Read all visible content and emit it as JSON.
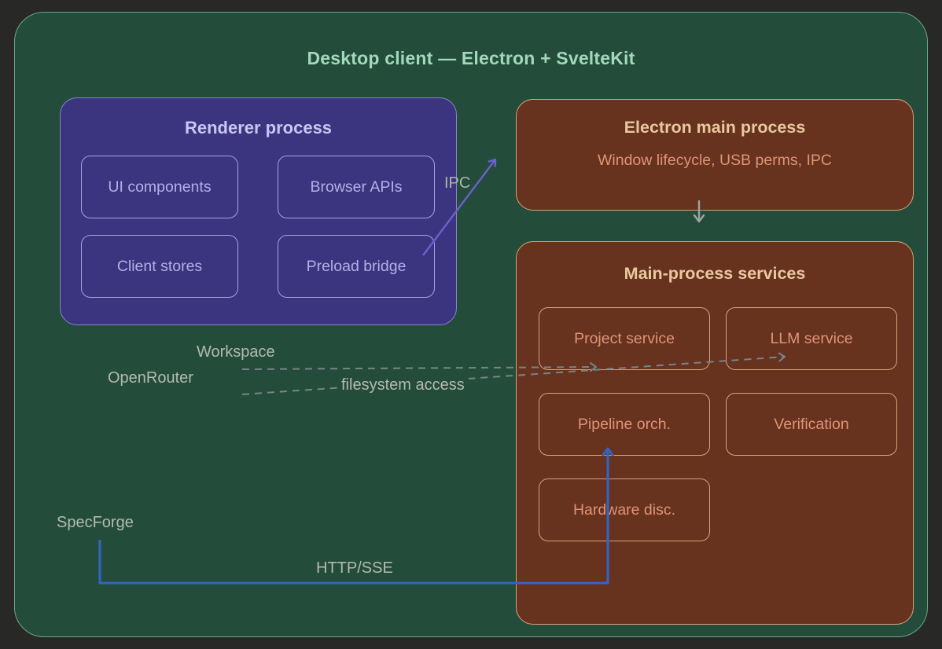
{
  "title": "Desktop client — Electron + SvelteKit",
  "colors": {
    "page_bg": "#282827",
    "container_bg": "#244c3a",
    "container_border": "#69a789",
    "renderer_bg": "#3b3580",
    "renderer_border": "#8b83cc",
    "renderer_title_text": "#cbc5f2",
    "renderer_item_text": "#b6aee7",
    "brown_bg": "#67321e",
    "brown_border": "#d9a27c",
    "brown_title_text": "#eac89f",
    "brown_item_text": "#df9476",
    "main_title_text": "#a2d9ba",
    "gray_label_text": "#b3bab2",
    "arrow_purple": "#6c60ca",
    "arrow_gray": "#9ba69f",
    "arrow_dashed_gray": "#76858b",
    "arrow_blue": "#3165c8"
  },
  "renderer": {
    "title": "Renderer process",
    "items": [
      "UI components",
      "Browser APIs",
      "Client stores",
      "Preload bridge"
    ]
  },
  "electron_main": {
    "title": "Electron main process",
    "subtitle": "Window lifecycle, USB perms, IPC"
  },
  "services": {
    "title": "Main-process services",
    "items": [
      "Project service",
      "LLM service",
      "Pipeline orch.",
      "Verification",
      "Hardware disc."
    ]
  },
  "edge_labels": {
    "ipc": "IPC",
    "workspace": "Workspace",
    "filesystem_access": "filesystem access",
    "openrouter": "OpenRouter",
    "specforge": "SpecForge",
    "http_sse": "HTTP/SSE"
  },
  "edges": [
    {
      "id": "preload-to-electron-main",
      "from": "Preload bridge",
      "to": "Electron main process",
      "label": "IPC",
      "style": "solid",
      "color": "#6c60ca"
    },
    {
      "id": "electron-main-to-services",
      "from": "Electron main process",
      "to": "Main-process services",
      "label": "",
      "style": "solid",
      "color": "#9ba69f"
    },
    {
      "id": "workspace-fs-to-services",
      "from": "Workspace filesystem access",
      "to": "Main-process services",
      "label": "Workspace filesystem access",
      "style": "dashed",
      "color": "#76858b"
    },
    {
      "id": "openrouter-to-llm-service",
      "from": "OpenRouter",
      "to": "LLM service",
      "label": "OpenRouter",
      "style": "dashed",
      "color": "#76858b"
    },
    {
      "id": "specforge-to-pipeline-orch",
      "from": "SpecForge",
      "to": "Pipeline orch.",
      "label": "HTTP/SSE",
      "style": "solid",
      "color": "#3165c8"
    }
  ]
}
